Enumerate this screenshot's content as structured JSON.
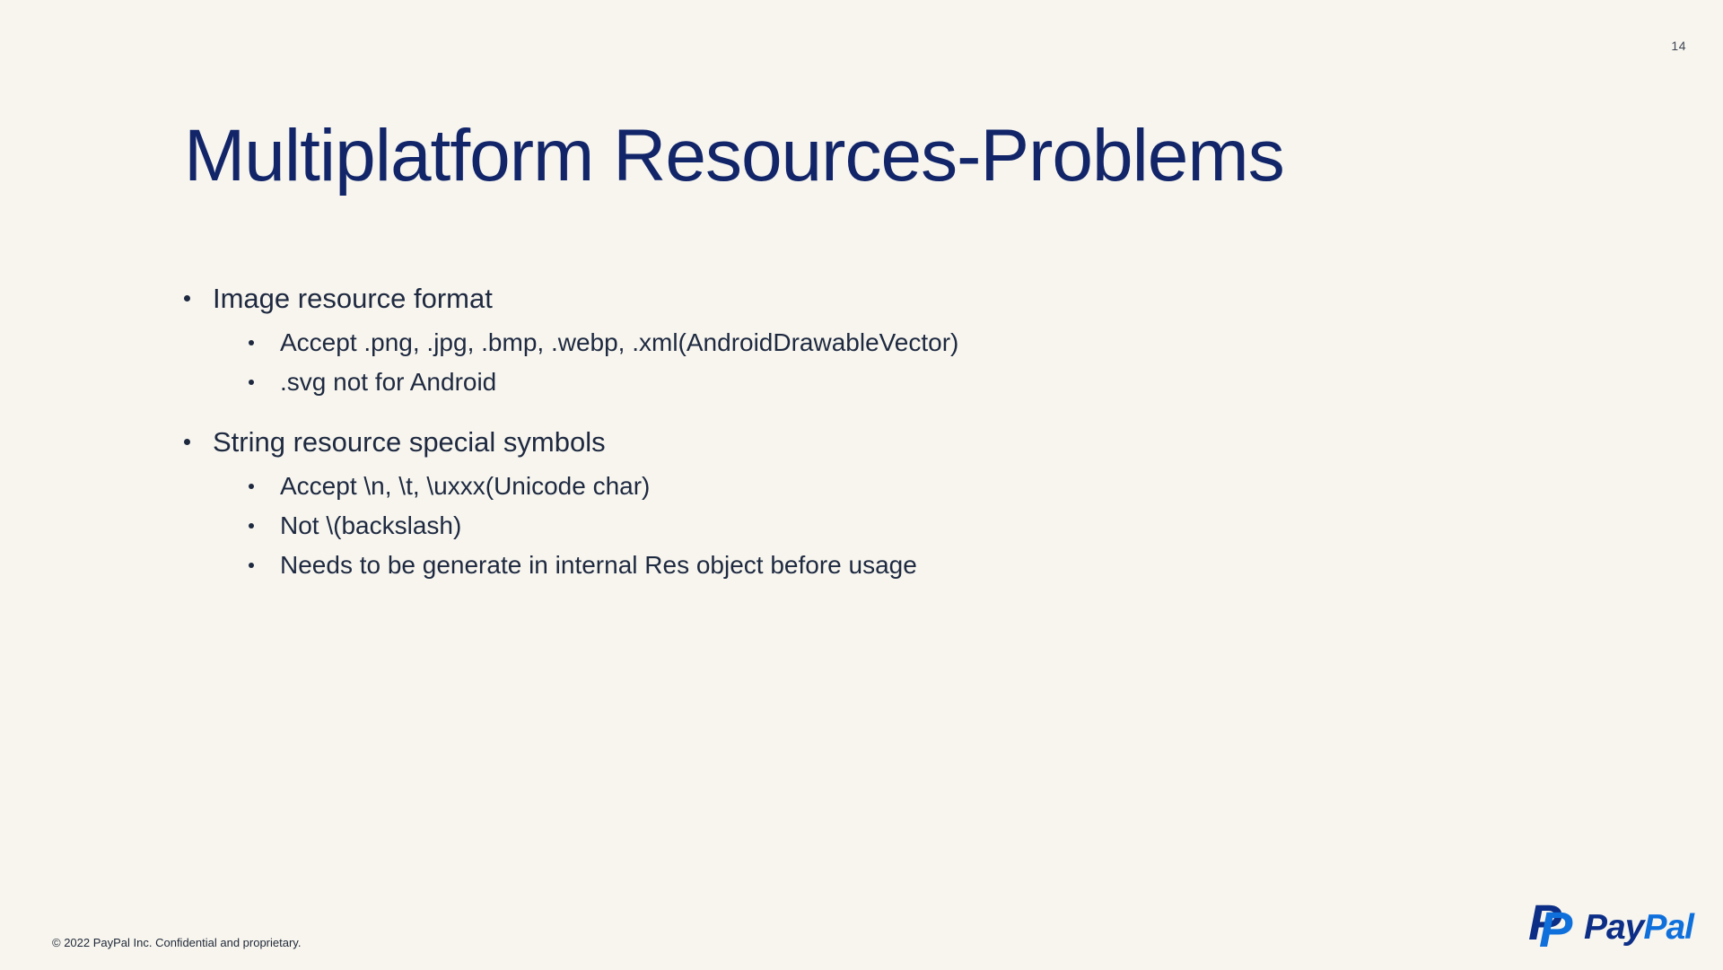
{
  "slide": {
    "page_number": "14",
    "title": "Multiplatform Resources-Problems",
    "footer": "© 2022 PayPal Inc. Confidential and proprietary."
  },
  "bullets": [
    {
      "level": 1,
      "text": "Image resource format"
    },
    {
      "level": 2,
      "text": "Accept .png, .jpg, .bmp, .webp, .xml(AndroidDrawableVector)"
    },
    {
      "level": 2,
      "text": ".svg not for Android"
    },
    {
      "level": 1,
      "text": "String resource special symbols"
    },
    {
      "level": 2,
      "text": "Accept \\n, \\t, \\uxxx(Unicode char)"
    },
    {
      "level": 2,
      "text": "Not \\(backslash)"
    },
    {
      "level": 2,
      "text": "Needs to be generate in internal Res object before usage"
    }
  ],
  "logo": {
    "brand": "PayPal",
    "monogram_letter": "P",
    "wordmark_part1": "Pay",
    "wordmark_part2": "Pal",
    "color_dark_blue": "#0c2e86",
    "color_light_blue": "#0f70dc"
  },
  "colors": {
    "background": "#f7f5ee",
    "title_text": "#122569",
    "body_text": "#1e2940",
    "page_number_text": "#3f4654"
  }
}
